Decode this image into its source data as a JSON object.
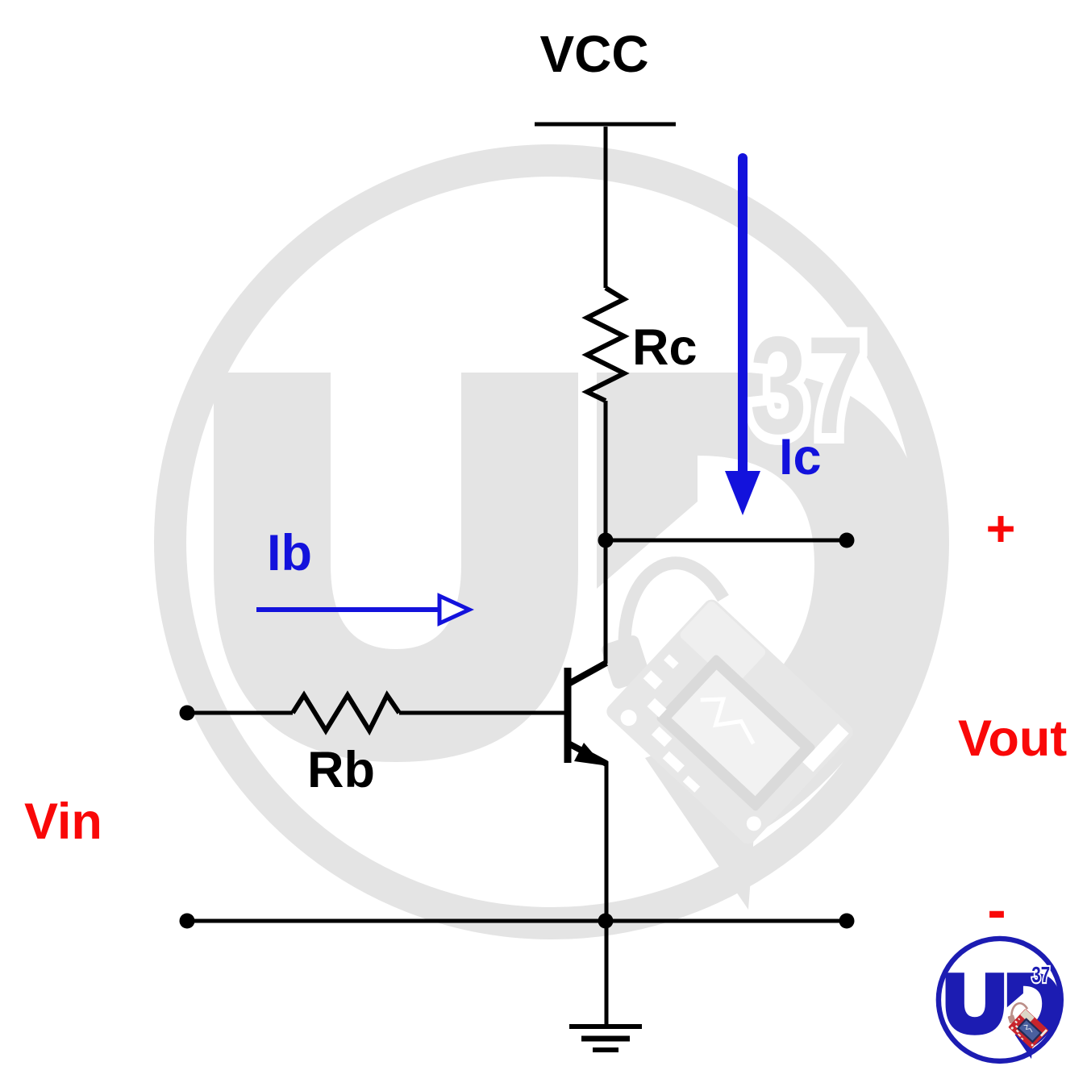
{
  "diagram": {
    "type": "circuit-schematic",
    "subject": "NPN common-emitter transistor amplifier",
    "labels": {
      "supply": "VCC",
      "collector_resistor": "Rc",
      "base_resistor": "Rb",
      "collector_current": "Ic",
      "base_current": "Ib",
      "input_voltage": "Vin",
      "output_voltage": "Vout",
      "output_plus": "+",
      "output_minus": "-"
    },
    "colors": {
      "wire": "#000000",
      "current_arrow_blue": "#1312dc",
      "voltage_label_red": "#f90808",
      "watermark_gray": "#e4e4e4",
      "logo_blue": "#1c1cb2",
      "logo_pcb_red": "#c8242c"
    }
  },
  "logo": {
    "letters": "UD",
    "number": "37"
  }
}
